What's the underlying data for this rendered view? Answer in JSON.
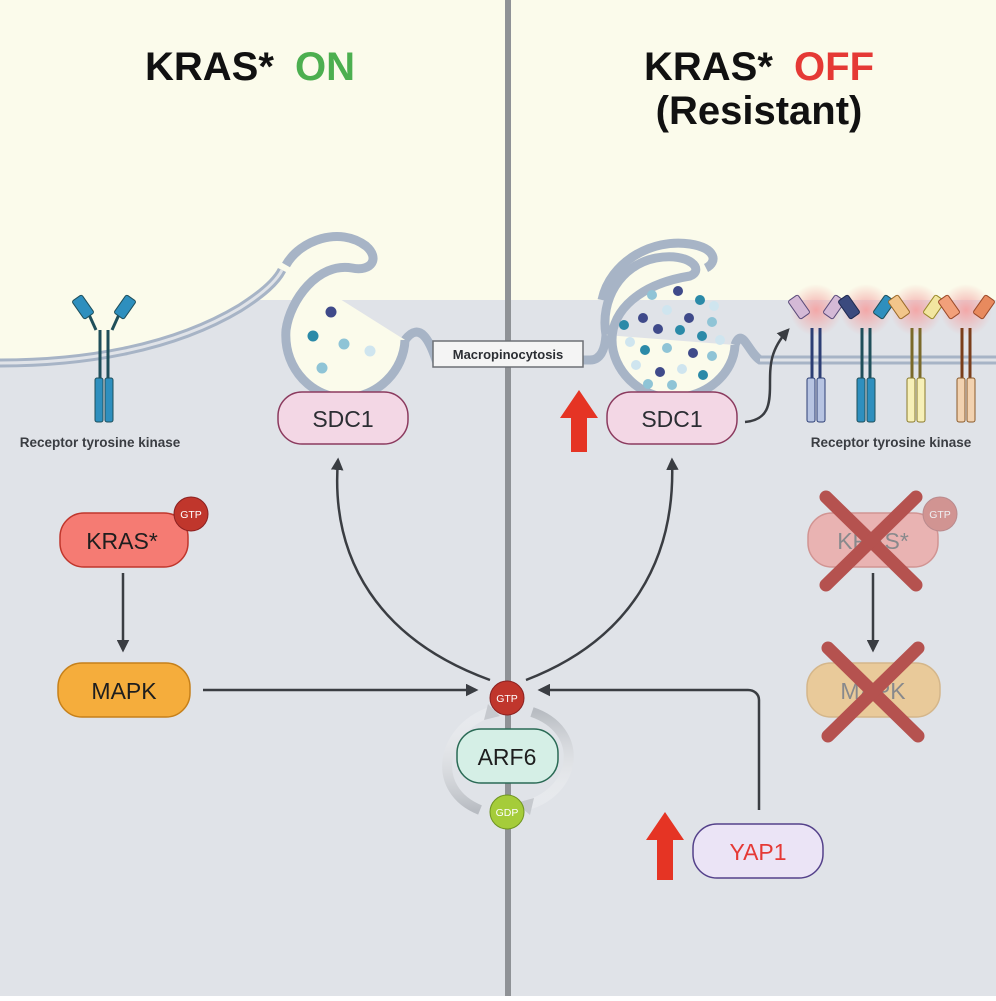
{
  "left_panel": {
    "title_prefix": "KRAS*",
    "title_state": "ON",
    "rtk_label": "Receptor tyrosine kinase",
    "kras_label": "KRAS*",
    "kras_badge": "GTP",
    "mapk_label": "MAPK",
    "sdc1_label": "SDC1"
  },
  "right_panel": {
    "title_prefix": "KRAS*",
    "title_state": "OFF",
    "title_sub": "(Resistant)",
    "rtk_label": "Receptor tyrosine kinase",
    "kras_label": "KRAS*",
    "kras_badge": "GTP",
    "mapk_label": "MAPK",
    "sdc1_label": "SDC1",
    "yap1_label": "YAP1"
  },
  "center": {
    "macropinocytosis_label": "Macropinocytosis",
    "arf6_label": "ARF6",
    "gtp_label": "GTP",
    "gdp_label": "GDP"
  },
  "colors": {
    "on_green": "#4caf50",
    "off_red": "#e53935",
    "background_top": "#fbfbeb",
    "background_cell": "#e0e3e8",
    "up_arrow": "#e53424",
    "cross": "#b5524f"
  }
}
